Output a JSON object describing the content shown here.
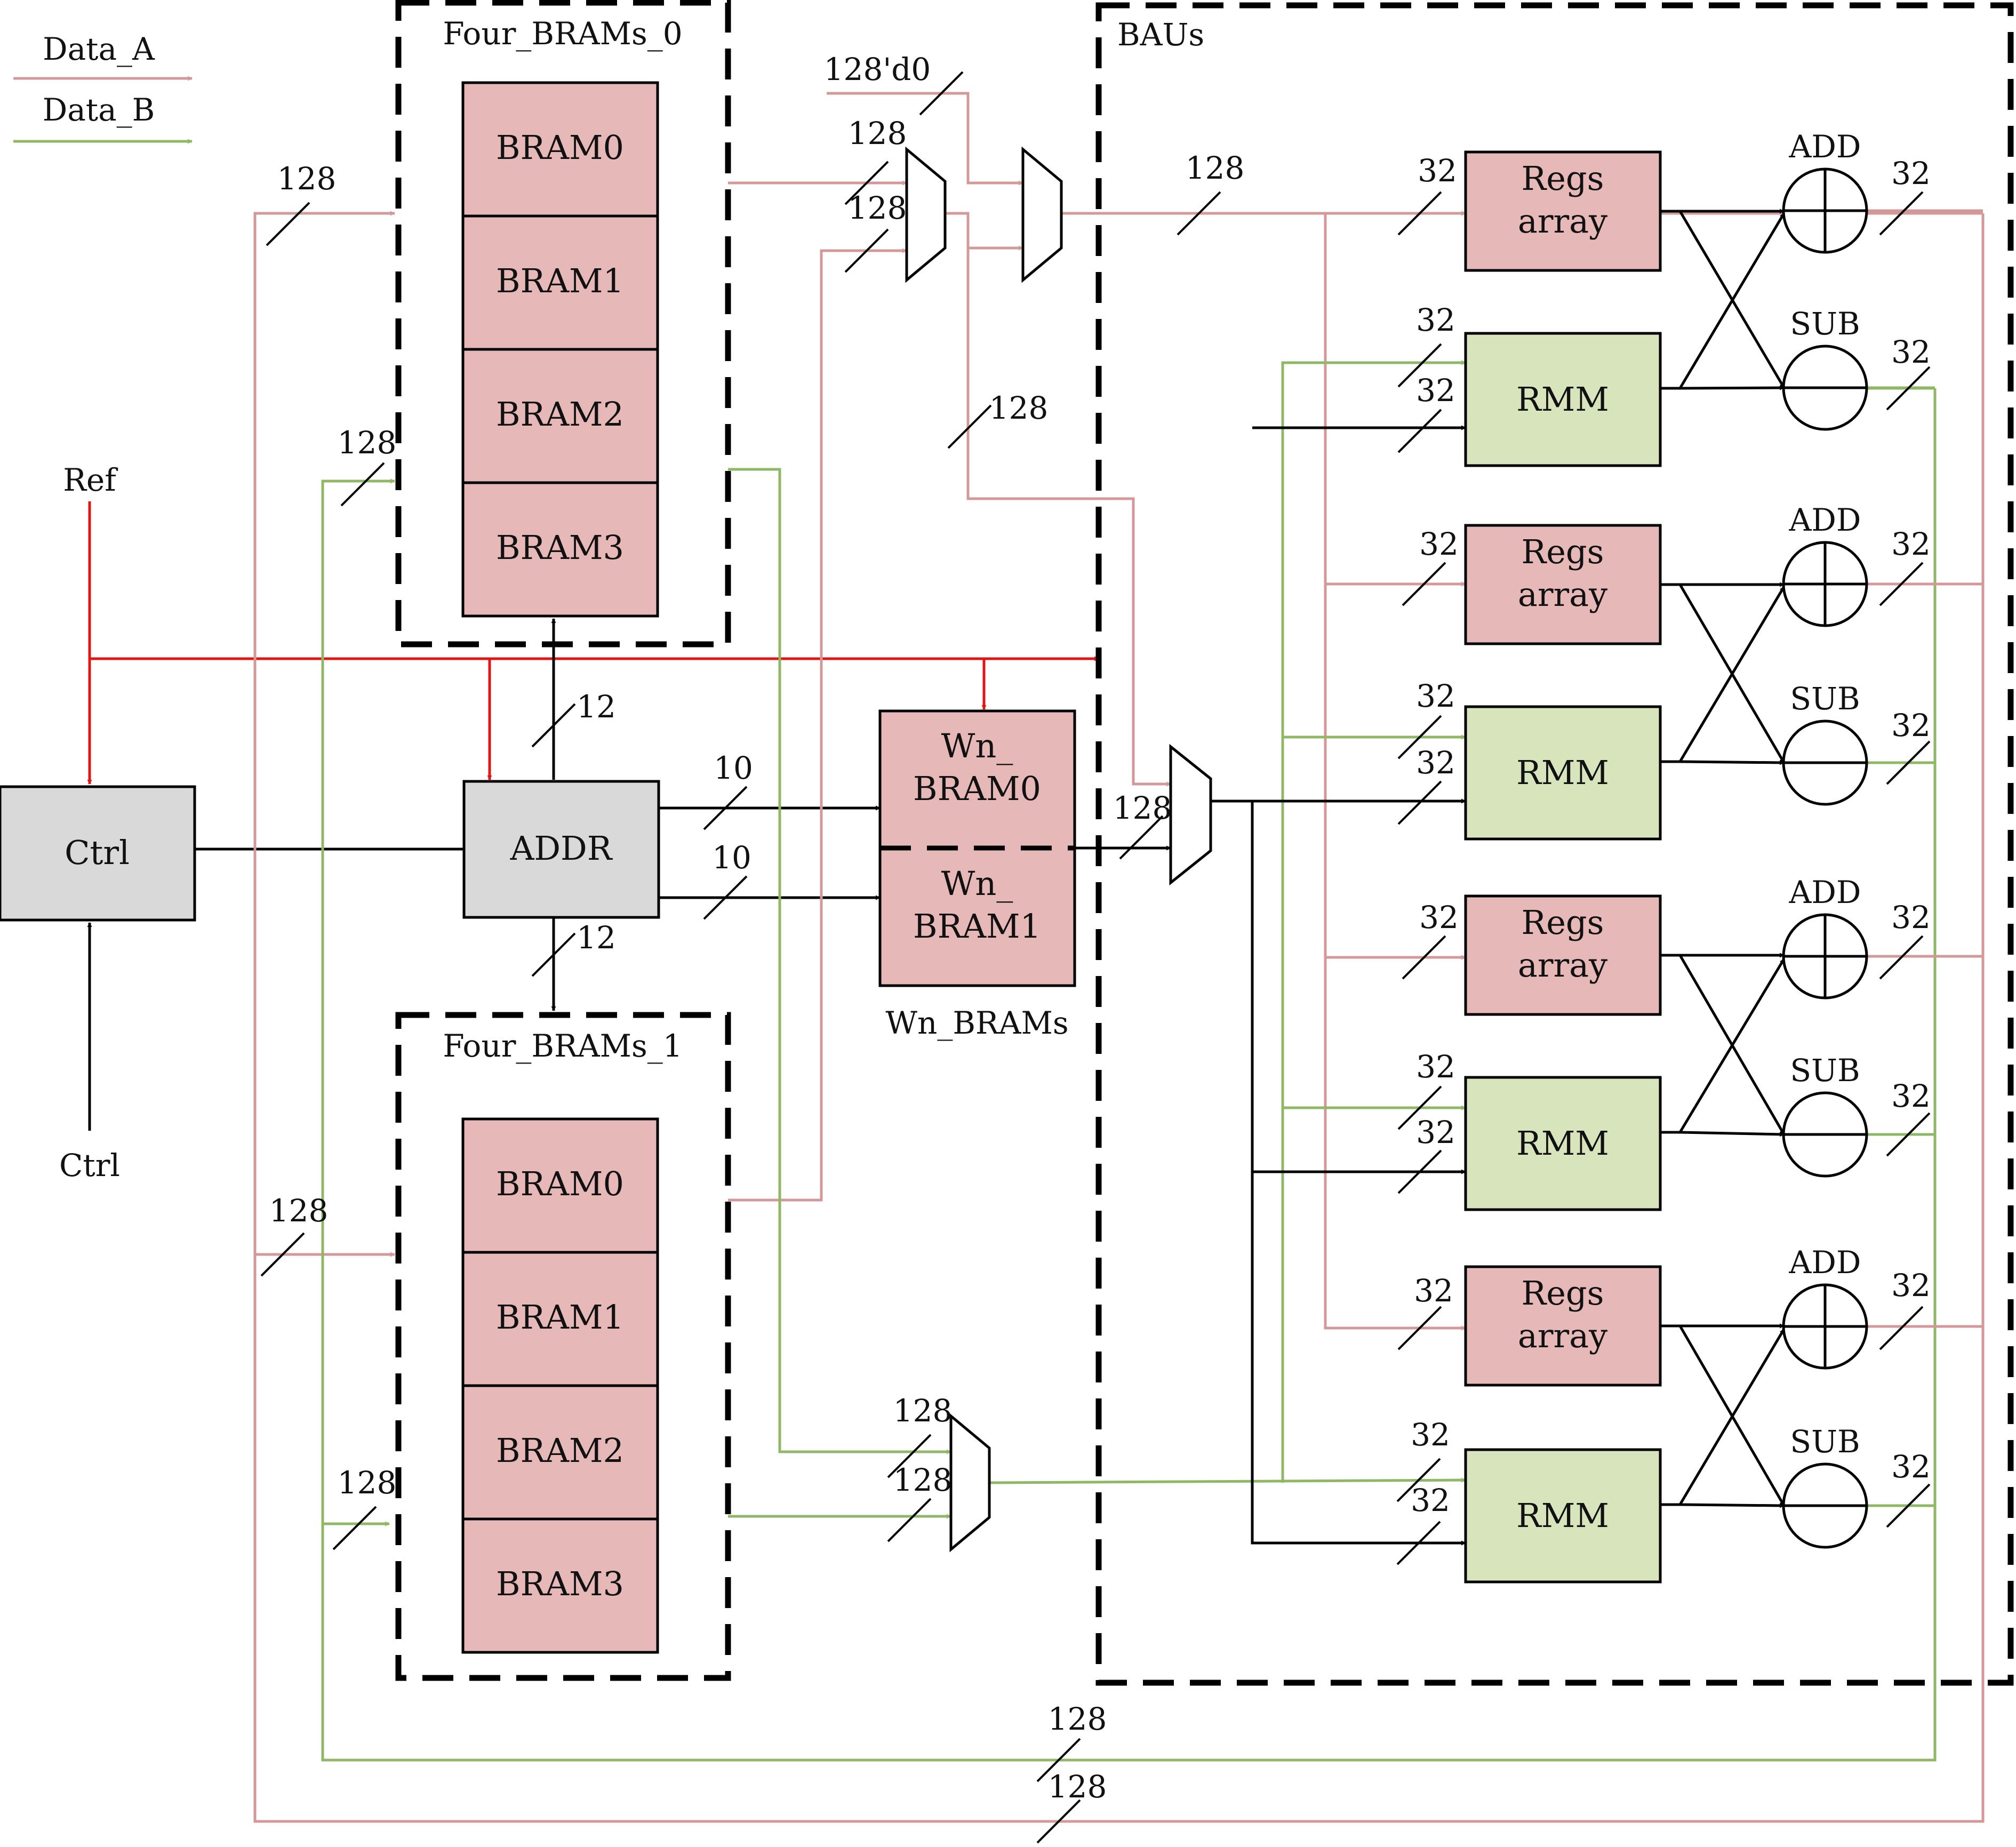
{
  "legend": {
    "data_a": "Data_A",
    "data_b": "Data_B"
  },
  "signals": {
    "ref": "Ref",
    "ctrl_in": "Ctrl",
    "const_zero": "128'd0"
  },
  "blocks": {
    "ctrl": "Ctrl",
    "addr": "ADDR",
    "four_brams_0": {
      "title": "Four_BRAMs_0",
      "items": [
        "BRAM0",
        "BRAM1",
        "BRAM2",
        "BRAM3"
      ]
    },
    "four_brams_1": {
      "title": "Four_BRAMs_1",
      "items": [
        "BRAM0",
        "BRAM1",
        "BRAM2",
        "BRAM3"
      ]
    },
    "wn_brams": {
      "title": "Wn_BRAMs",
      "bram0": [
        "Wn_",
        "BRAM0"
      ],
      "bram1": [
        "Wn_",
        "BRAM1"
      ]
    },
    "baus": "BAUs",
    "regs_array": [
      "Regs",
      "array"
    ],
    "rmm": "RMM",
    "add": "ADD",
    "sub": "SUB"
  },
  "widths": {
    "w128": "128",
    "w32": "32",
    "w12": "12",
    "w10": "10"
  },
  "colors": {
    "data_a": "#d49898",
    "data_b": "#8fb866",
    "ref": "#e31414",
    "bram_fill": "#e6b8b7",
    "rmm_fill": "#d7e4bc",
    "ctrl_fill": "#d9d9d9"
  }
}
